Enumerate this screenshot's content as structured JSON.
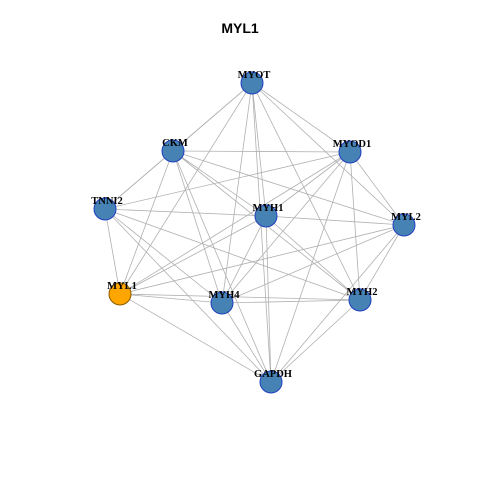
{
  "title": "MYL1",
  "colors": {
    "edge": "#b0b0b0",
    "node_default": "#4682b4",
    "node_default_border": "#1f3fbf",
    "node_highlight": "#ffa500",
    "node_highlight_border": "#8a5a00"
  },
  "nodes": [
    {
      "id": "MYOT",
      "label": "MYOT",
      "highlight": false
    },
    {
      "id": "CKM",
      "label": "CKM",
      "highlight": false
    },
    {
      "id": "MYOD1",
      "label": "MYOD1",
      "highlight": false
    },
    {
      "id": "TNNI2",
      "label": "TNNI2",
      "highlight": false
    },
    {
      "id": "MYH1",
      "label": "MYH1",
      "highlight": false
    },
    {
      "id": "MYL2",
      "label": "MYL2",
      "highlight": false
    },
    {
      "id": "MYL1",
      "label": "MYL1",
      "highlight": true
    },
    {
      "id": "MYH4",
      "label": "MYH4",
      "highlight": false
    },
    {
      "id": "MYH2",
      "label": "MYH2",
      "highlight": false
    },
    {
      "id": "GAPDH",
      "label": "GAPDH",
      "highlight": false
    }
  ],
  "edges": [
    [
      "MYOT",
      "CKM"
    ],
    [
      "MYOT",
      "MYOD1"
    ],
    [
      "MYOT",
      "TNNI2"
    ],
    [
      "MYOT",
      "MYH1"
    ],
    [
      "MYOT",
      "MYL2"
    ],
    [
      "MYOT",
      "MYL1"
    ],
    [
      "MYOT",
      "MYH4"
    ],
    [
      "MYOT",
      "MYH2"
    ],
    [
      "MYOT",
      "GAPDH"
    ],
    [
      "CKM",
      "MYOD1"
    ],
    [
      "CKM",
      "TNNI2"
    ],
    [
      "CKM",
      "MYH1"
    ],
    [
      "CKM",
      "MYL2"
    ],
    [
      "CKM",
      "MYL1"
    ],
    [
      "CKM",
      "MYH4"
    ],
    [
      "CKM",
      "MYH2"
    ],
    [
      "CKM",
      "GAPDH"
    ],
    [
      "MYOD1",
      "TNNI2"
    ],
    [
      "MYOD1",
      "MYH1"
    ],
    [
      "MYOD1",
      "MYL2"
    ],
    [
      "MYOD1",
      "MYL1"
    ],
    [
      "MYOD1",
      "MYH4"
    ],
    [
      "MYOD1",
      "MYH2"
    ],
    [
      "MYOD1",
      "GAPDH"
    ],
    [
      "TNNI2",
      "MYH1"
    ],
    [
      "TNNI2",
      "MYL1"
    ],
    [
      "TNNI2",
      "MYH4"
    ],
    [
      "TNNI2",
      "MYH2"
    ],
    [
      "TNNI2",
      "GAPDH"
    ],
    [
      "MYH1",
      "MYL2"
    ],
    [
      "MYH1",
      "MYL1"
    ],
    [
      "MYH1",
      "MYH4"
    ],
    [
      "MYH1",
      "MYH2"
    ],
    [
      "MYH1",
      "GAPDH"
    ],
    [
      "MYL2",
      "MYL1"
    ],
    [
      "MYL2",
      "MYH4"
    ],
    [
      "MYL2",
      "MYH2"
    ],
    [
      "MYL2",
      "GAPDH"
    ],
    [
      "MYL1",
      "MYH4"
    ],
    [
      "MYL1",
      "MYH2"
    ],
    [
      "MYL1",
      "GAPDH"
    ],
    [
      "MYH4",
      "MYH2"
    ],
    [
      "MYH4",
      "GAPDH"
    ],
    [
      "MYH2",
      "GAPDH"
    ]
  ]
}
